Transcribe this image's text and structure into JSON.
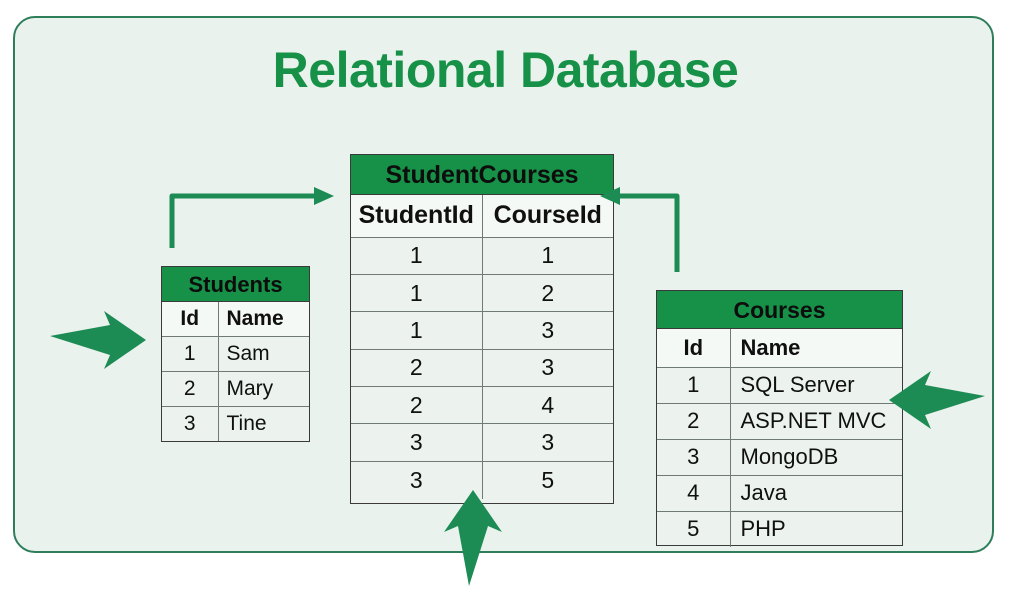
{
  "page": {
    "title": "Relational Database",
    "background_color": "#ffffff",
    "panel_color": "#e9f2ec",
    "accent_color": "#169147",
    "border_color": "#2e7d5b"
  },
  "tables": {
    "student_courses": {
      "name": "StudentCourses",
      "columns": [
        "StudentId",
        "CourseId"
      ],
      "rows": [
        [
          "1",
          "1"
        ],
        [
          "1",
          "2"
        ],
        [
          "1",
          "3"
        ],
        [
          "2",
          "3"
        ],
        [
          "2",
          "4"
        ],
        [
          "3",
          "3"
        ],
        [
          "3",
          "5"
        ]
      ]
    },
    "students": {
      "name": "Students",
      "columns": [
        "Id",
        "Name"
      ],
      "rows": [
        [
          "1",
          "Sam"
        ],
        [
          "2",
          "Mary"
        ],
        [
          "3",
          "Tine"
        ]
      ]
    },
    "courses": {
      "name": "Courses",
      "columns": [
        "Id",
        "Name"
      ],
      "rows": [
        [
          "1",
          "SQL Server"
        ],
        [
          "2",
          "ASP.NET MVC"
        ],
        [
          "3",
          "MongoDB"
        ],
        [
          "4",
          "Java"
        ],
        [
          "5",
          "PHP"
        ]
      ]
    }
  },
  "connectors": [
    {
      "name": "students-to-studentid",
      "from": "Students",
      "to": "StudentId",
      "direction": "right"
    },
    {
      "name": "courses-to-courseid",
      "from": "Courses",
      "to": "CourseId",
      "direction": "left"
    }
  ],
  "pointers": [
    {
      "name": "pointer-students",
      "direction": "right",
      "target": "Students"
    },
    {
      "name": "pointer-courses",
      "direction": "left",
      "target": "Courses"
    },
    {
      "name": "pointer-studentcourses",
      "direction": "up",
      "target": "StudentCourses"
    }
  ]
}
